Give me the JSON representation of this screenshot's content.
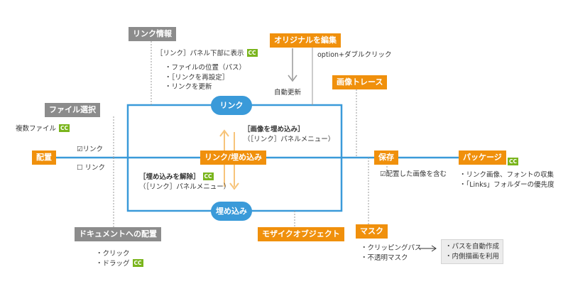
{
  "tags": {
    "link_info": "リンク情報",
    "edit_original": "オリジナルを編集",
    "image_trace": "画像トレース",
    "file_select": "ファイル選択",
    "place": "配置",
    "save": "保存",
    "package": "パッケージ",
    "link_embed": "リンク/埋め込み",
    "mosaic": "モザイクオブジェクト",
    "doc_place": "ドキュメントへの配置",
    "mask": "マスク"
  },
  "pills": {
    "link": "リンク",
    "embed": "埋め込み"
  },
  "cc_label": "CC",
  "texts": {
    "panel_display": "［リンク］パネル下部に表示",
    "option_double": "option+ダブルクリック",
    "auto_update": "自動更新",
    "multiple_files": "複数ファイル",
    "link_checked": "☑リンク",
    "link_unchecked": "☐ リンク",
    "embed_image_bold": "［画像を埋め込み］",
    "embed_image_menu": "（［リンク］パネルメニュー）",
    "unembed_bold": "［埋め込みを解除］",
    "unembed_menu": "（［リンク］パネルメニュー）",
    "include_placed": "☑配置した画像を含む"
  },
  "lists": {
    "link_info": [
      "・ファイルの位置（パス）",
      "・［リンクを再設定］",
      "・リンクを更新"
    ],
    "package": [
      "・リンク画像、フォントの収集",
      "・「Links」フォルダーの優先度"
    ],
    "doc_place": [
      "・クリック",
      "・ドラッグ"
    ],
    "mask": [
      "・クリッピングパス",
      "・不透明マスク"
    ],
    "mask_result": [
      "・パスを自動作成",
      "・内側描画を利用"
    ]
  },
  "colors": {
    "blue": "#3a9ad9",
    "orange": "#f0900c",
    "gray": "#8c8c8c",
    "cc_green": "#7ab51d",
    "arrow_light": "#f7c47a"
  }
}
